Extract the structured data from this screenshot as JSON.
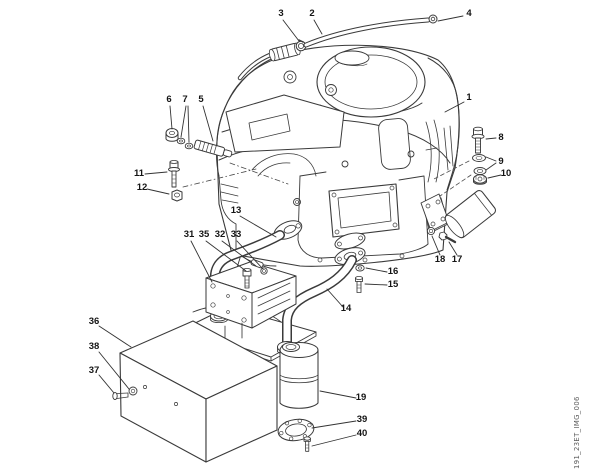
{
  "diagram": {
    "type": "exploded-parts-diagram",
    "subject": "engine-muffler-and-fuel-line-assembly",
    "watermark": "191_23ET_IMG_006",
    "callouts": [
      {
        "text": "1"
      },
      {
        "text": "2"
      },
      {
        "text": "3"
      },
      {
        "text": "4"
      },
      {
        "text": "5"
      },
      {
        "text": "6"
      },
      {
        "text": "7"
      },
      {
        "text": "8"
      },
      {
        "text": "9"
      },
      {
        "text": "10"
      },
      {
        "text": "11"
      },
      {
        "text": "12"
      },
      {
        "text": "13"
      },
      {
        "text": "14"
      },
      {
        "text": "15"
      },
      {
        "text": "16"
      },
      {
        "text": "17"
      },
      {
        "text": "18"
      },
      {
        "text": "19"
      },
      {
        "text": "31"
      },
      {
        "text": "32"
      },
      {
        "text": "33"
      },
      {
        "text": "35"
      },
      {
        "text": "36"
      },
      {
        "text": "37"
      },
      {
        "text": "38"
      },
      {
        "text": "39"
      },
      {
        "text": "40"
      }
    ]
  }
}
